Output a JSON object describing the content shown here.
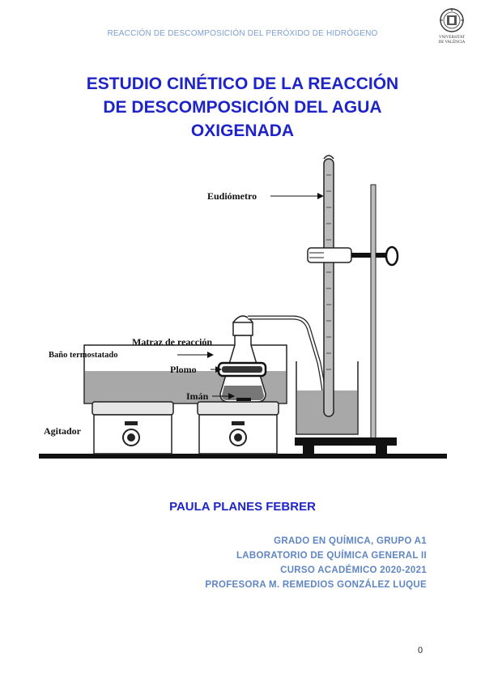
{
  "header": {
    "running_title": "REACCIÓN DE DESCOMPOSICIÓN DEL PERÓXIDO DE HIDRÓGENO"
  },
  "logo": {
    "name": "university-seal-icon",
    "text": "VNIVERSITAT DE VALÈNCIA"
  },
  "title": {
    "lines": [
      "ESTUDIO CINÉTICO DE LA REACCIÓN",
      "DE DESCOMPOSICIÓN DEL AGUA",
      "OXIGENADA"
    ]
  },
  "figure": {
    "labels": {
      "eudiometro": "Eudiómetro",
      "matraz": "Matraz de reacción",
      "bano": "Baño termostatado",
      "plomo": "Plomo",
      "iman": "Imán",
      "agitador": "Agitador"
    }
  },
  "author": "PAULA PLANES FEBRER",
  "details": [
    "GRADO EN QUÍMICA, GRUPO A1",
    "LABORATORIO DE QUÍMICA GENERAL II",
    "CURSO ACADÉMICO 2020-2021",
    "PROFESORA M. REMEDIOS GONZÁLEZ LUQUE"
  ],
  "page_number": "0"
}
